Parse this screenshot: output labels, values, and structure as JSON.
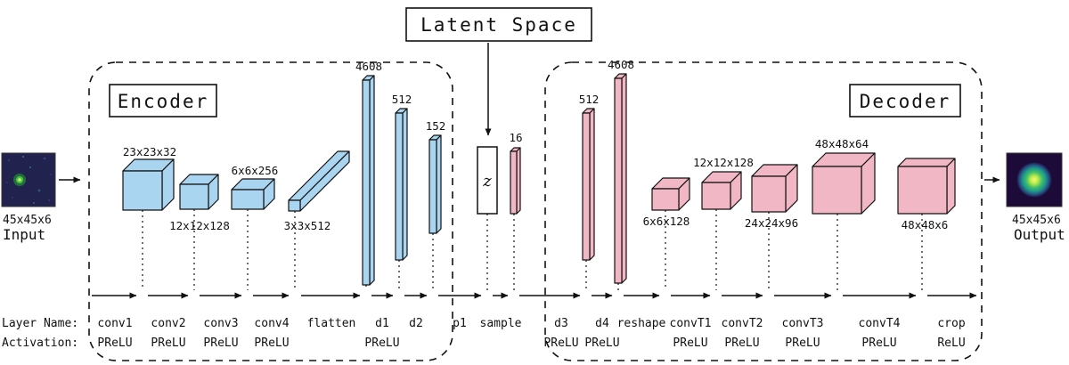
{
  "sections": {
    "encoder_title": "Encoder",
    "decoder_title": "Decoder",
    "latent_title": "Latent Space"
  },
  "io": {
    "input_dims": "45x45x6",
    "input_label": "Input",
    "output_dims": "45x45x6",
    "output_label": "Output"
  },
  "colors": {
    "encoder_fill": "#a9d5f0",
    "decoder_fill": "#f2b7c4",
    "outline": "#111111"
  },
  "shapes": {
    "enc_conv1": "23x23x32",
    "enc_conv2": "12x12x128",
    "enc_conv3": "6x6x256",
    "enc_conv4": "3x3x512",
    "enc_flatten": "4608",
    "enc_d1": "512",
    "enc_d2": "152",
    "latent_z": "z",
    "latent_dim": "16",
    "dec_d3": "512",
    "dec_d4": "4608",
    "dec_reshape": "6x6x128",
    "dec_convT1": "12x12x128",
    "dec_convT2": "24x24x96",
    "dec_convT3": "48x48x64",
    "dec_convT4": "48x48x6"
  },
  "table": {
    "layer_row_label": "Layer Name:",
    "activation_row_label": "Activation:",
    "layers": [
      {
        "name": "conv1",
        "activation": "PReLU"
      },
      {
        "name": "conv2",
        "activation": "PReLU"
      },
      {
        "name": "conv3",
        "activation": "PReLU"
      },
      {
        "name": "conv4",
        "activation": "PReLU"
      },
      {
        "name": "flatten",
        "activation": ""
      },
      {
        "name": "d1",
        "activation": "PReLU"
      },
      {
        "name": "d2",
        "activation": ""
      },
      {
        "name": "p1",
        "activation": ""
      },
      {
        "name": "sample",
        "activation": ""
      },
      {
        "name": "d3",
        "activation": "PReLU"
      },
      {
        "name": "d4",
        "activation": "PReLU"
      },
      {
        "name": "reshape",
        "activation": ""
      },
      {
        "name": "convT1",
        "activation": "PReLU"
      },
      {
        "name": "convT2",
        "activation": "PReLU"
      },
      {
        "name": "convT3",
        "activation": "PReLU"
      },
      {
        "name": "convT4",
        "activation": "PReLU"
      },
      {
        "name": "crop",
        "activation": "ReLU"
      }
    ]
  }
}
